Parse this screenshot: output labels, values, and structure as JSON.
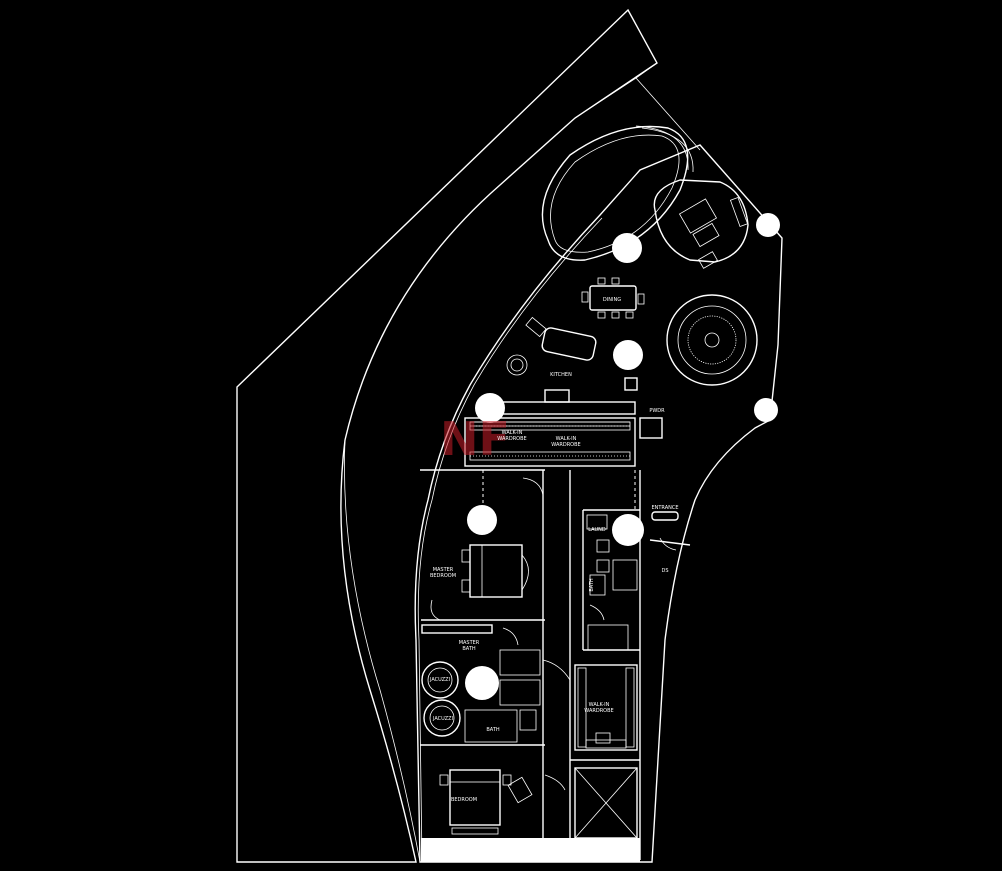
{
  "watermark": {
    "text": "NF"
  },
  "rooms": {
    "dining": "DINING",
    "kitchen": "KITCHEN",
    "pwdr": "PWDR",
    "walk_wardrobe_1": [
      "WALK-IN",
      "WARDROBE"
    ],
    "walk_wardrobe_2": [
      "WALK-IN",
      "WARDROBE"
    ],
    "entrance": "ENTRANCE",
    "laundry": "LAUND",
    "bath_small": "BATH",
    "master_bedroom": [
      "MASTER",
      "BEDROOM"
    ],
    "master_bath": [
      "MASTER",
      "BATH"
    ],
    "jacuzzi_1": "JACUZZI",
    "jacuzzi_2": "JACUZZI",
    "bath": "BATH",
    "walk_wardrobe_3": [
      "WALK-IN",
      "WARDROBE"
    ],
    "bedroom": "BEDROOM",
    "ds": "DS"
  },
  "colors": {
    "background": "#000000",
    "line": "#ffffff",
    "watermark": "#c81e28"
  }
}
